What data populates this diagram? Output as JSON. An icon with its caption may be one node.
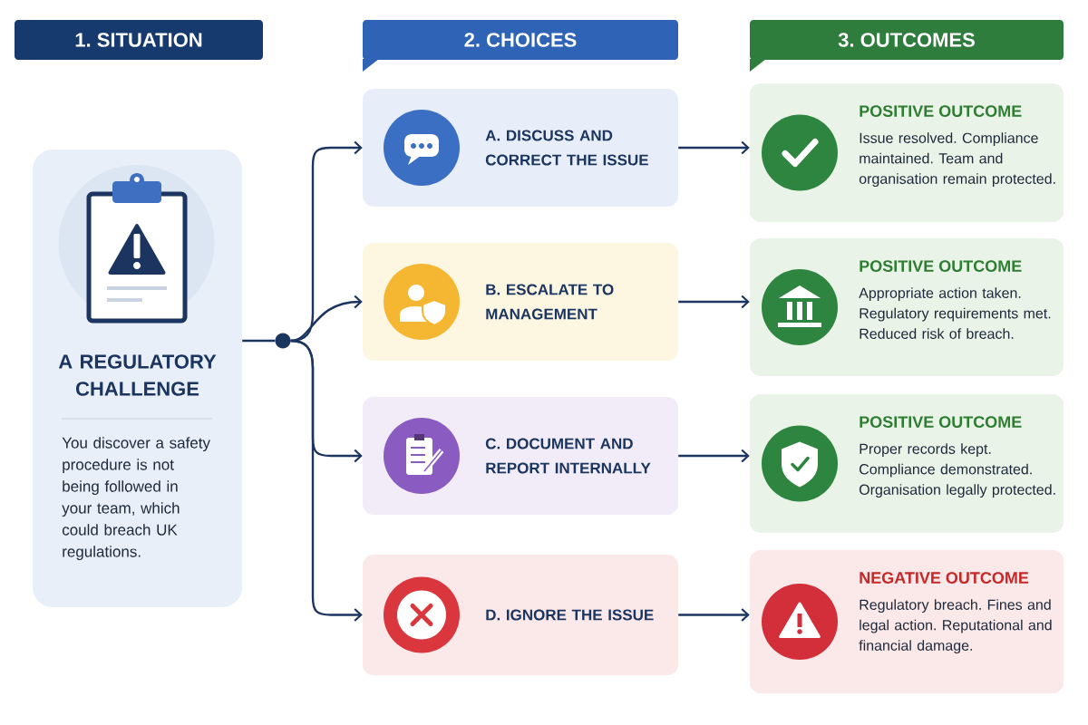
{
  "diagram": {
    "nodes": [
      {
        "text": [
          "1. SITUATION"
        ]
      },
      {
        "text": [
          "2. CHOICES"
        ]
      },
      {
        "text": [
          "3. OUTCOMES"
        ]
      },
      {
        "text": [
          "A REGULATORY CHALLENGE",
          "You discover a safety procedure is not being followed in your team, which could breach UK regulations."
        ]
      },
      {
        "text": [],
        "shape": "circle"
      },
      {
        "text": [
          "A. DISCUSS AND CORRECT THE ISSUE"
        ]
      },
      {
        "text": [
          "B. ESCALATE TO MANAGEMENT"
        ]
      },
      {
        "text": [
          "C. DOCUMENT AND REPORT INTERNALLY"
        ]
      },
      {
        "text": [
          "D. IGNORE THE ISSUE"
        ]
      },
      {
        "text": [
          "POSITIVE OUTCOME",
          "Issue resolved. Compliance maintained. Team and organisation remain protected."
        ]
      },
      {
        "text": [
          "POSITIVE OUTCOME",
          "Appropriate action taken. Regulatory requirements met. Reduced risk of breach."
        ]
      },
      {
        "text": [
          "POSITIVE OUTCOME",
          "Proper records kept. Compliance demonstrated. Organisation legally protected."
        ]
      },
      {
        "text": [
          "NEGATIVE OUTCOME",
          "Regulatory breach. Fines and legal action. Reputational and financial damage."
        ]
      }
    ],
    "edges": [
      {
        "from": 3,
        "to": 4,
        "arrow": "none"
      },
      {
        "from": 4,
        "to": 5,
        "arrow": "to"
      },
      {
        "from": 4,
        "to": 6,
        "arrow": "to"
      },
      {
        "from": 4,
        "to": 7,
        "arrow": "to"
      },
      {
        "from": 4,
        "to": 8,
        "arrow": "to"
      },
      {
        "from": 5,
        "to": 9,
        "arrow": "to"
      },
      {
        "from": 6,
        "to": 10,
        "arrow": "to"
      },
      {
        "from": 7,
        "to": 11,
        "arrow": "to"
      },
      {
        "from": 8,
        "to": 12,
        "arrow": "to"
      }
    ]
  }
}
